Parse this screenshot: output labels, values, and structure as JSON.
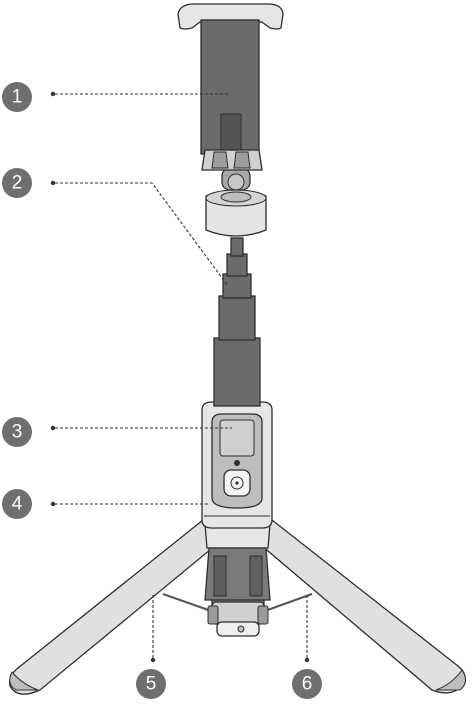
{
  "diagram": {
    "colors": {
      "badge": "#6f6f6f",
      "dark_part": "#6b6b6b",
      "mid_part": "#a9a9a9",
      "light_part": "#e0e0e0",
      "outline": "#2e2e2e"
    },
    "callouts": [
      {
        "id": "1",
        "label": "1"
      },
      {
        "id": "2",
        "label": "2"
      },
      {
        "id": "3",
        "label": "3"
      },
      {
        "id": "4",
        "label": "4"
      },
      {
        "id": "5",
        "label": "5"
      },
      {
        "id": "6",
        "label": "6"
      }
    ]
  }
}
